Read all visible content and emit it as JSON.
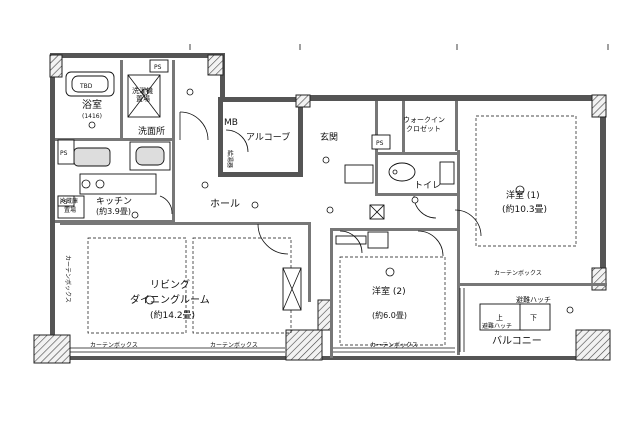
{
  "rooms": {
    "bath": "浴室",
    "bath_size": "(1416)",
    "washer": "洗濯機",
    "washer_2": "置場",
    "washroom": "洗面所",
    "mb": "MB",
    "alcove": "アルコーブ",
    "entrance": "玄関",
    "walkin": "ウォークイン",
    "closet": "クロゼット",
    "kitchen": "キッチン",
    "kitchen_size": "(約3.9畳)",
    "fridge": "冷蔵庫",
    "fridge_2": "置場",
    "hall": "ホール",
    "toilet": "トイレ",
    "western1": "洋室 (1)",
    "western1_size": "(約10.3畳)",
    "western2": "洋室 (2)",
    "western2_size": "(約6.0畳)",
    "living": "リビング",
    "dining": "ダイニングルーム",
    "living_size": "(約14.2畳)",
    "balcony": "バルコニー",
    "hatch": "避難ハッチ",
    "hatch_2": "避難ハッチ",
    "up": "上",
    "down": "下"
  },
  "labels": {
    "curtain_box": "カーテンボックス",
    "curtain_box_vertical": "カーテンボックス",
    "ps": "PS",
    "boiler": "給湯器",
    "tbd": "TBD"
  }
}
